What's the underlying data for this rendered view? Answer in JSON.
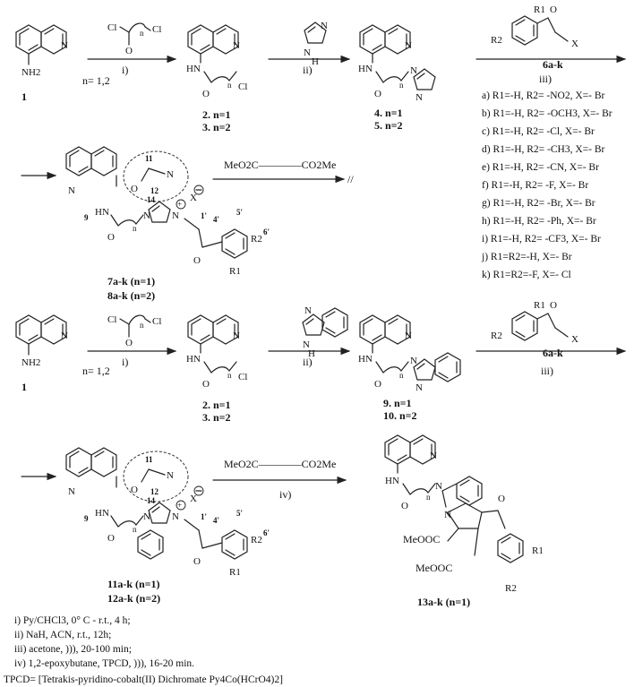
{
  "scheme": {
    "row1": {
      "start_compound": "1",
      "n_values": "n= 1,2",
      "amide_compounds": [
        "2. n=1",
        "3. n=2"
      ],
      "imidazole_compounds": [
        "4. n=1",
        "5. n=2"
      ],
      "steps": [
        "i)",
        "ii)",
        "iii)"
      ],
      "acyl_label": "6a-k",
      "ring_labels": {
        "n": "n",
        "cl": "Cl",
        "nh2": "NH2",
        "h": "H",
        "x": "X",
        "r1": "R1",
        "r2": "R2"
      }
    },
    "substituents": [
      "a) R1=-H, R2= -NO2, X=- Br",
      "b) R1=-H, R2= -OCH3, X=- Br",
      "c) R1=-H, R2= -Cl, X=- Br",
      "d) R1=-H, R2= -CH3, X=- Br",
      "e) R1=-H, R2= -CN, X=- Br",
      "f) R1=-H, R2= -F, X=- Br",
      "g) R1=-H, R2= -Br, X=- Br",
      "h) R1=-H, R2= -Ph, X=- Br",
      "i) R1=-H, R2= -CF3, X=- Br",
      "j) R1=R2=-H, X=- Br",
      "k) R1=R2=-F, X=- Cl"
    ],
    "salt_labels": {
      "num_9": "9",
      "num_11": "11",
      "num_12": "12",
      "num_14": "14",
      "num_1p": "1'",
      "num_4p": "4'",
      "num_5p": "5'",
      "num_6p": "6'",
      "x_minus": "X"
    },
    "row2": {
      "salt1": "7a-k (n=1)",
      "salt2": "8a-k (n=2)",
      "alkyne_reagent": "MeO2C————CO2Me",
      "no_reaction": "//"
    },
    "row3": {
      "start_compound": "1",
      "n_values": "n= 1,2",
      "amide_compounds": [
        "2. n=1",
        "3. n=2"
      ],
      "benzimidazole_compounds": [
        "9. n=1",
        "10. n=2"
      ],
      "acyl_label": "6a-k"
    },
    "row4": {
      "salt1": "11a-k (n=1)",
      "salt2": "12a-k (n=2)",
      "alkyne_reagent": "MeO2C————CO2Me",
      "step": "iv)",
      "product": "13a-k (n=1)",
      "ester1": "MeOOC",
      "ester2": "MeOOC"
    },
    "conditions": [
      "i) Py/CHCl3, 0° C - r.t., 4 h;",
      "ii) NaH, ACN, r.t., 12h;",
      "iii) acetone, ))), 20-100 min;",
      "iv) 1,2-epoxybutane, TPCD, ))),  16-20 min."
    ],
    "footnote": "TPCD= [Tetrakis-pyridino-cobalt(II) Dichromate Py4Co(HCrO4)2]"
  }
}
